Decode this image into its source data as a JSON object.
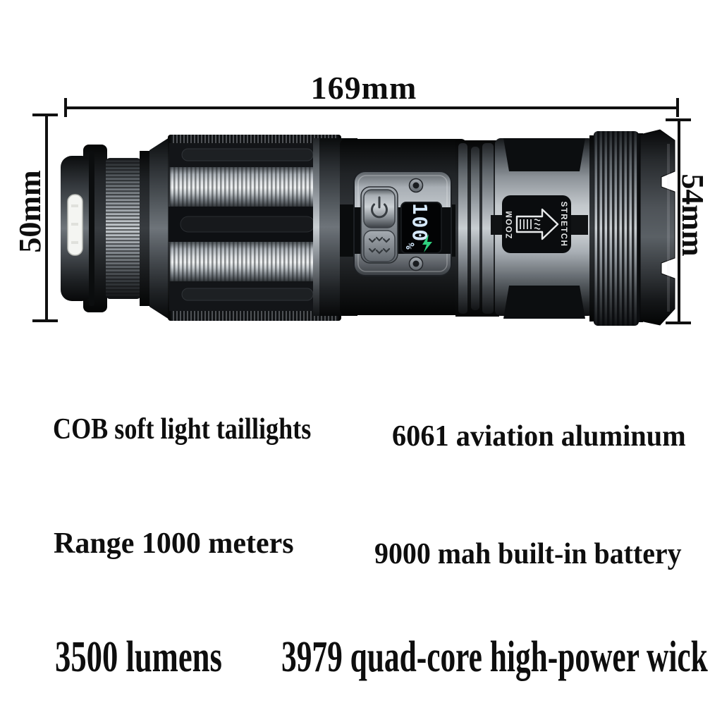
{
  "page": {
    "background": "#ffffff",
    "annotation_text_color": "#101010"
  },
  "dimensions": {
    "length": "169mm",
    "tail_diameter": "50mm",
    "head_diameter": "54mm"
  },
  "flashlight": {
    "display": {
      "battery_level": "100",
      "percent_sign": "%",
      "digit_color": "#d6e9fb",
      "charging_bolt_color": "#2fd07e"
    },
    "head_label": {
      "zoom": "ZOOM",
      "stretch": "STRETCH"
    }
  },
  "features": {
    "row1_left": "COB soft light taillights",
    "row1_right": "6061 aviation aluminum",
    "row2_left": "Range 1000 meters",
    "row2_right": "9000 mah built-in battery",
    "row3_left": "3500 lumens",
    "row3_right": "3979 quad-core high-power wick"
  }
}
